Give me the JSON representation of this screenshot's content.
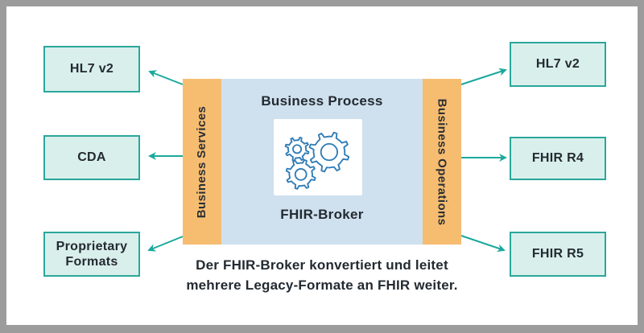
{
  "diagram": {
    "title_hidden": "",
    "left_nodes": [
      {
        "label": "HL7 v2"
      },
      {
        "label": "CDA"
      },
      {
        "label": "Proprietary Formats"
      }
    ],
    "right_nodes": [
      {
        "label": "HL7 v2"
      },
      {
        "label": "FHIR R4"
      },
      {
        "label": "FHIR R5"
      }
    ],
    "left_bar": {
      "label": "Business Services"
    },
    "right_bar": {
      "label": "Business Operations"
    },
    "center": {
      "title": "Business Process",
      "subtitle": "FHIR-Broker",
      "icon": "gears-icon"
    },
    "caption": {
      "line1": "Der FHIR-Broker konvertiert und leitet",
      "line2": "mehrere Legacy-Formate an FHIR weiter."
    },
    "colors": {
      "frame_gray": "#9c9c9c",
      "node_fill": "#d9efec",
      "node_border": "#2aa79b",
      "arrow_teal": "#1ba99c",
      "bar_orange": "#f6bd71",
      "panel_blue": "#cfe0ee",
      "gear_blue": "#2f7cb6",
      "text_dark": "#232a31"
    }
  }
}
